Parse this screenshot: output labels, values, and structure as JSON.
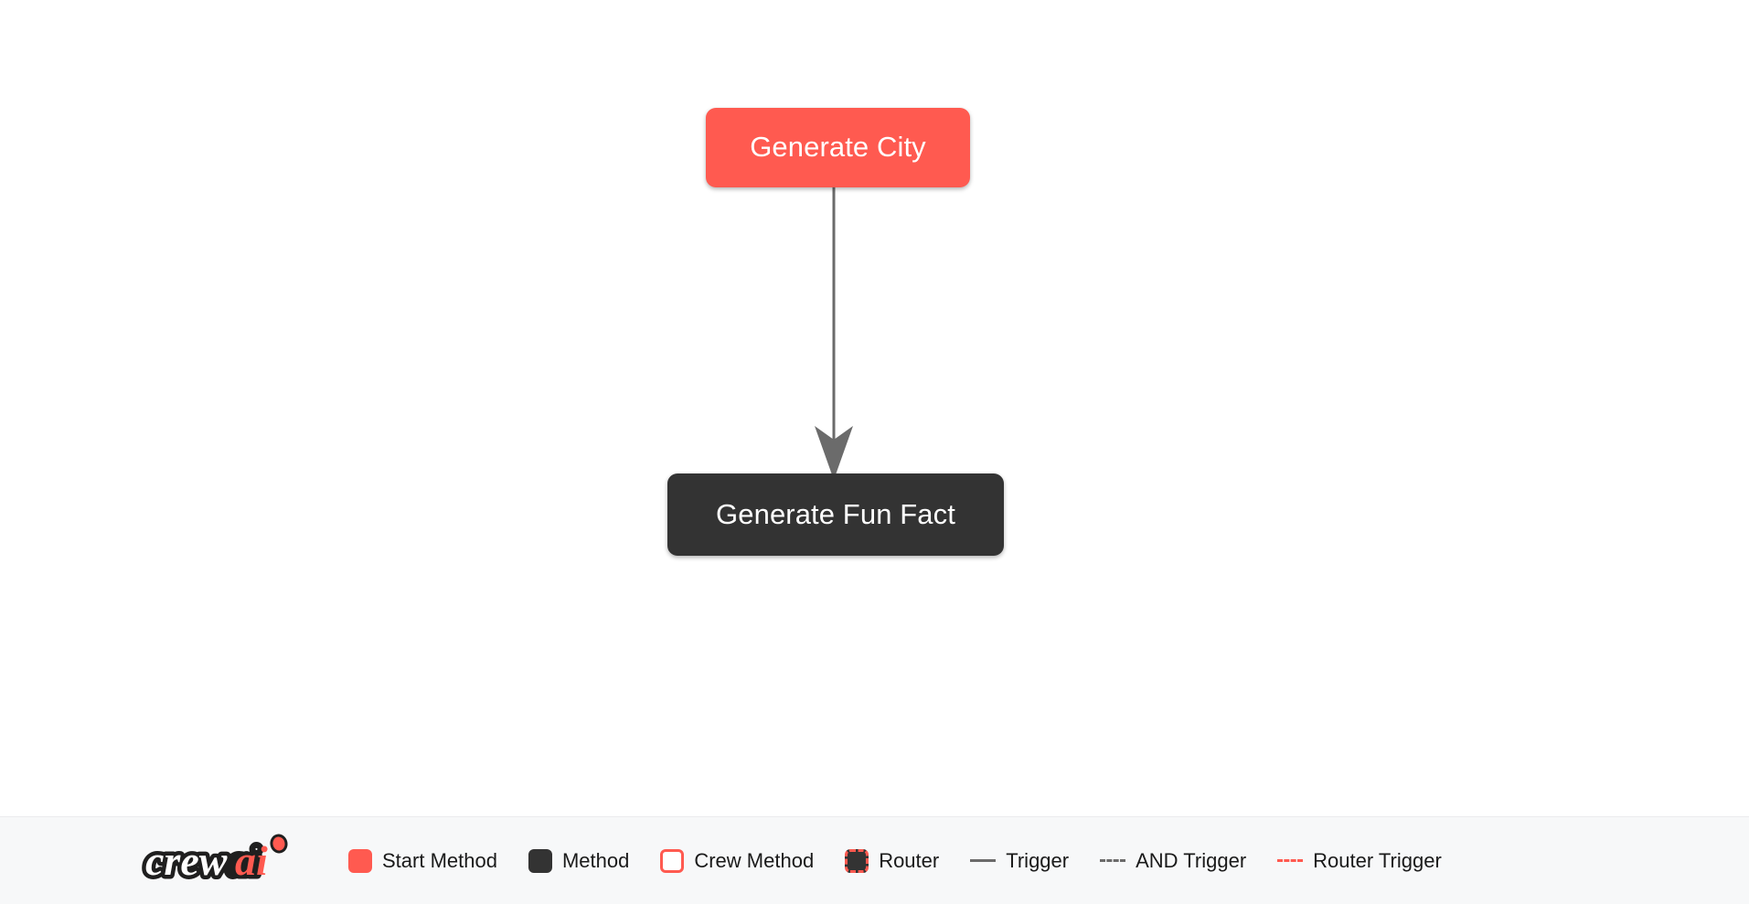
{
  "canvas": {
    "background": "#ffffff",
    "nodes": [
      {
        "id": "generate-city",
        "label": "Generate City",
        "type": "start-method",
        "color": "#FF5A50",
        "text_color": "#ffffff"
      },
      {
        "id": "generate-fun-fact",
        "label": "Generate Fun Fact",
        "type": "method",
        "color": "#333333",
        "text_color": "#ffffff"
      }
    ],
    "edges": [
      {
        "from": "generate-city",
        "to": "generate-fun-fact",
        "type": "trigger",
        "style": "solid",
        "color": "#6b6b6b",
        "arrowhead": "concave-triangle"
      }
    ]
  },
  "legend": {
    "logo": {
      "name": "crewai-logo",
      "text_primary": "crew",
      "text_accent": "ai",
      "primary_color": "#ffffff",
      "accent_color": "#FF5A50",
      "outline_color": "#1f1f1f"
    },
    "items": [
      {
        "label": "Start Method",
        "marker": "swatch",
        "swatch_class": "swatch-start",
        "color": "#FF5A50"
      },
      {
        "label": "Method",
        "marker": "swatch",
        "swatch_class": "swatch-method",
        "color": "#333333"
      },
      {
        "label": "Crew Method",
        "marker": "swatch",
        "swatch_class": "swatch-crew",
        "color": "#FF5A50"
      },
      {
        "label": "Router",
        "marker": "swatch",
        "swatch_class": "swatch-router",
        "color": "#FF5A50"
      },
      {
        "label": "Trigger",
        "marker": "line",
        "swatch_class": "line-trigger",
        "color": "#6b6b6b"
      },
      {
        "label": "AND Trigger",
        "marker": "line",
        "swatch_class": "line-and-trigger",
        "color": "#6b6b6b"
      },
      {
        "label": "Router Trigger",
        "marker": "line",
        "swatch_class": "line-router-trigger",
        "color": "#FF5A50"
      }
    ]
  }
}
